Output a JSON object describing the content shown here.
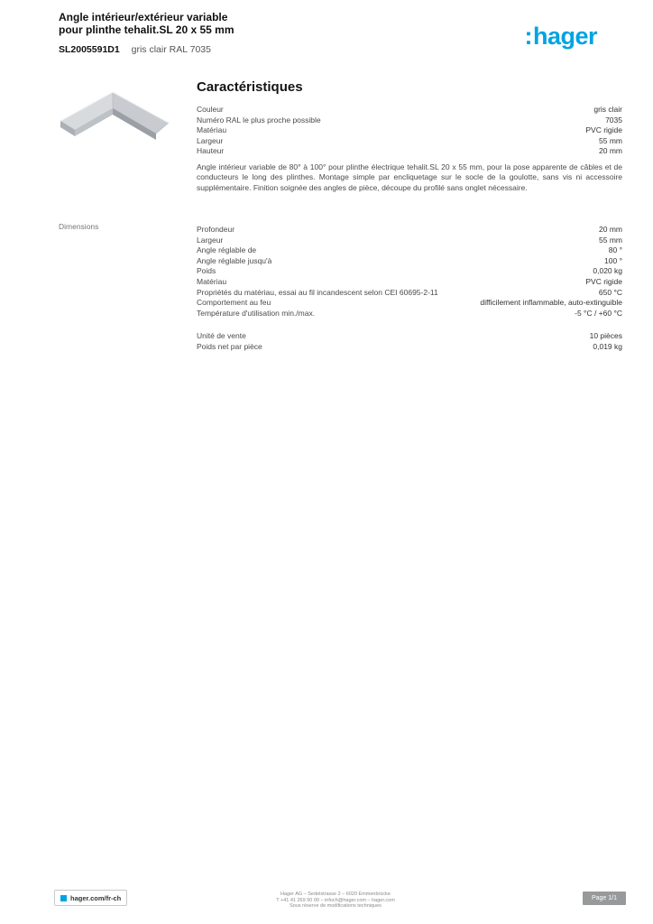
{
  "colors": {
    "brand_blue": "#00A3E2",
    "text": "#4a4a4a",
    "badge_bg": "#97999b"
  },
  "header": {
    "title_line1": "Angle intérieur/extérieur variable",
    "title_line2": "pour plinthe tehalit.SL 20 x 55 mm",
    "reference": "SL2005591D1",
    "reference_desc": "gris clair RAL 7035",
    "logo_colon": ":",
    "logo_text": "hager"
  },
  "sections": {
    "characteristics": {
      "heading": "Caractéristiques",
      "rows": [
        {
          "label": "Couleur",
          "value": "gris clair"
        },
        {
          "label": "Numéro RAL le plus proche possible",
          "value": "7035"
        },
        {
          "label": "Matériau",
          "value": "PVC rigide"
        },
        {
          "label": "Largeur",
          "value": "55 mm"
        },
        {
          "label": "Hauteur",
          "value": "20 mm"
        }
      ],
      "description": "Angle intérieur variable de 80° à 100° pour plinthe électrique tehalit.SL 20 x 55 mm, pour la pose apparente de câbles et de conducteurs le long des plinthes. Montage simple par encliquetage sur le socle de la goulotte, sans vis ni accessoire supplémentaire. Finition soignée des angles de pièce, découpe du profilé sans onglet nécessaire."
    },
    "dimensions": {
      "margin_label": "Dimensions",
      "rows": [
        {
          "label": "Profondeur",
          "value": "20 mm"
        },
        {
          "label": "Largeur",
          "value": "55 mm"
        },
        {
          "label": "Angle réglable de",
          "value": "80 °"
        },
        {
          "label": "Angle réglable jusqu'à",
          "value": "100 °"
        },
        {
          "label": "Poids",
          "value": "0,020 kg"
        },
        {
          "label": "Matériau",
          "value": "PVC rigide"
        },
        {
          "label": "Propriétés du matériau, essai au fil incandescent selon CEI 60695-2-11",
          "value": "650 °C"
        },
        {
          "label": "Comportement au feu",
          "value": "difficilement inflammable, auto-extinguible"
        },
        {
          "label": "Température d'utilisation min./max.",
          "value": "-5 °C / +60 °C"
        }
      ]
    },
    "logistics": {
      "rows": [
        {
          "label": "Unité de vente",
          "value": "10 pièces"
        },
        {
          "label": "Poids net par pièce",
          "value": "0,019 kg"
        }
      ]
    }
  },
  "footer": {
    "website": "hager.com/fr-ch",
    "note_line1": "Hager AG – Sedelstrasse 2 – 6020 Emmenbrücke",
    "note_line2": "T +41 41 269 90 00 – infoch@hager.com – hager.com",
    "note_line3": "Sous réserve de modifications techniques",
    "badge": "Page 1/1"
  }
}
